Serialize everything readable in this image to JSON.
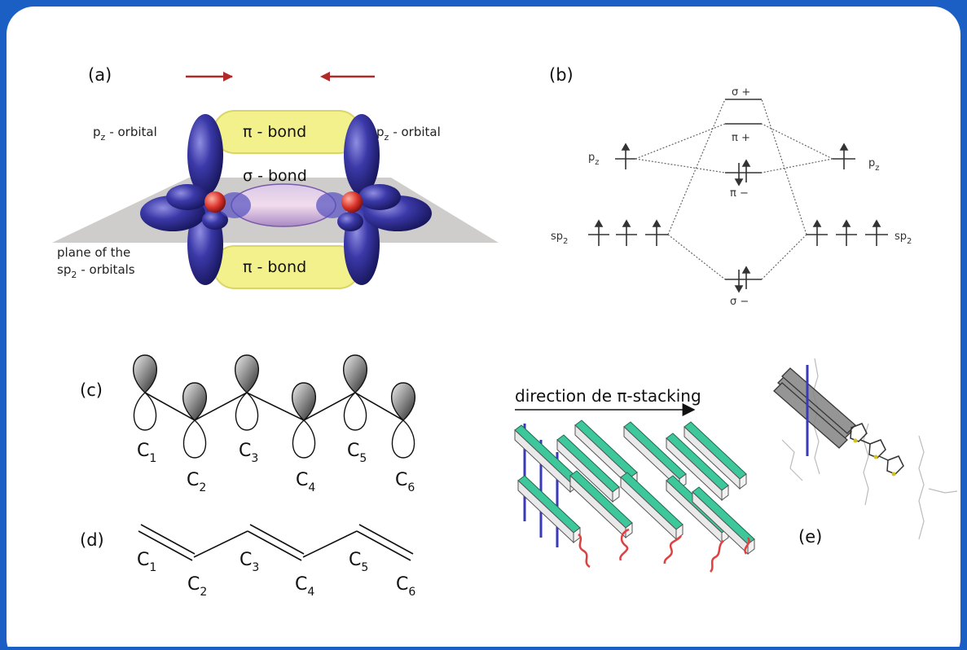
{
  "panel_labels": {
    "a": "(a)",
    "b": "(b)",
    "c": "(c)",
    "d": "(d)",
    "e": "(e)"
  },
  "panel_a": {
    "pz_left": "p",
    "pz_left_sub": "z",
    "pz_left_suffix": "- orbital",
    "pz_right": "p",
    "pz_right_sub": "z",
    "pz_right_suffix": "- orbital",
    "pi_bond_top": "π - bond",
    "sigma_bond": "σ - bond",
    "pi_bond_bottom": "π - bond",
    "plane_line1": "plane of the",
    "plane_line2_prefix": "sp",
    "plane_line2_sub": "2",
    "plane_line2_suffix": "- orbitals"
  },
  "panel_b": {
    "sigma_plus": "σ +",
    "pi_plus": "π +",
    "pi_minus": "π −",
    "sigma_minus": "σ −",
    "pz_left": "p",
    "pz_left_sub": "z",
    "pz_right": "p",
    "pz_right_sub": "z",
    "sp2_left": "sp",
    "sp2_left_sub": "2",
    "sp2_right": "sp",
    "sp2_right_sub": "2"
  },
  "panel_c": {
    "carbons": [
      {
        "c": "C",
        "n": "1"
      },
      {
        "c": "C",
        "n": "2"
      },
      {
        "c": "C",
        "n": "3"
      },
      {
        "c": "C",
        "n": "4"
      },
      {
        "c": "C",
        "n": "5"
      },
      {
        "c": "C",
        "n": "6"
      }
    ]
  },
  "panel_d": {
    "carbons": [
      {
        "c": "C",
        "n": "1"
      },
      {
        "c": "C",
        "n": "2"
      },
      {
        "c": "C",
        "n": "3"
      },
      {
        "c": "C",
        "n": "4"
      },
      {
        "c": "C",
        "n": "5"
      },
      {
        "c": "C",
        "n": "6"
      }
    ]
  },
  "stacking": {
    "label": "direction de π-stacking"
  },
  "colors": {
    "frame": "#1b5fc4",
    "orbital": "#3b39a8",
    "pi_bond": "#f2f08a",
    "arrow_red": "#b02a2a",
    "lamella": "#3ec79a",
    "side_chain": "#e04040",
    "stack_line": "#3a3ab8"
  }
}
